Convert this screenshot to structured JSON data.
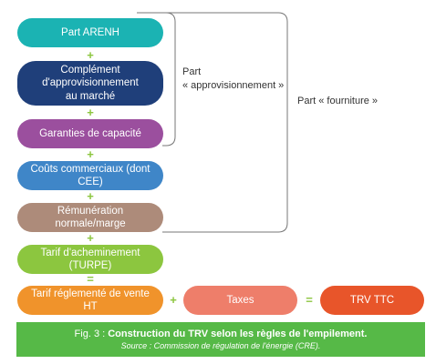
{
  "boxes": {
    "arenh": "Part ARENH",
    "complement": "Complément\nd'approvisionnement\nau marché",
    "garanties": "Garanties de capacité",
    "couts": "Coûts commerciaux (dont CEE)",
    "remuneration": "Rémunération normale/marge",
    "turpe": "Tarif d'acheminement (TURPE)",
    "trv_ht": "Tarif réglementé de vente HT",
    "taxes": "Taxes",
    "trv_ttc": "TRV TTC"
  },
  "signs": {
    "plus": "+",
    "equals": "="
  },
  "brackets": {
    "approvisionnement": "Part\n« approvisionnement »",
    "fourniture": "Part « fourniture »"
  },
  "caption": {
    "fig": "Fig. 3 :",
    "title": "Construction du TRV selon les règles de l'empilement.",
    "source": "Source : Commission de régulation de l'énergie (CRE)."
  },
  "colors": {
    "arenh": "#1bb3b3",
    "complement": "#1f3f7a",
    "garanties": "#9b4f9e",
    "couts": "#3f86c8",
    "remuneration": "#ad8b7a",
    "turpe": "#8cc63f",
    "trv_ht": "#f0932b",
    "taxes": "#ee7e6a",
    "trv_ttc": "#e8552a",
    "caption_bg": "#56b947",
    "sign": "#8cc63f"
  }
}
